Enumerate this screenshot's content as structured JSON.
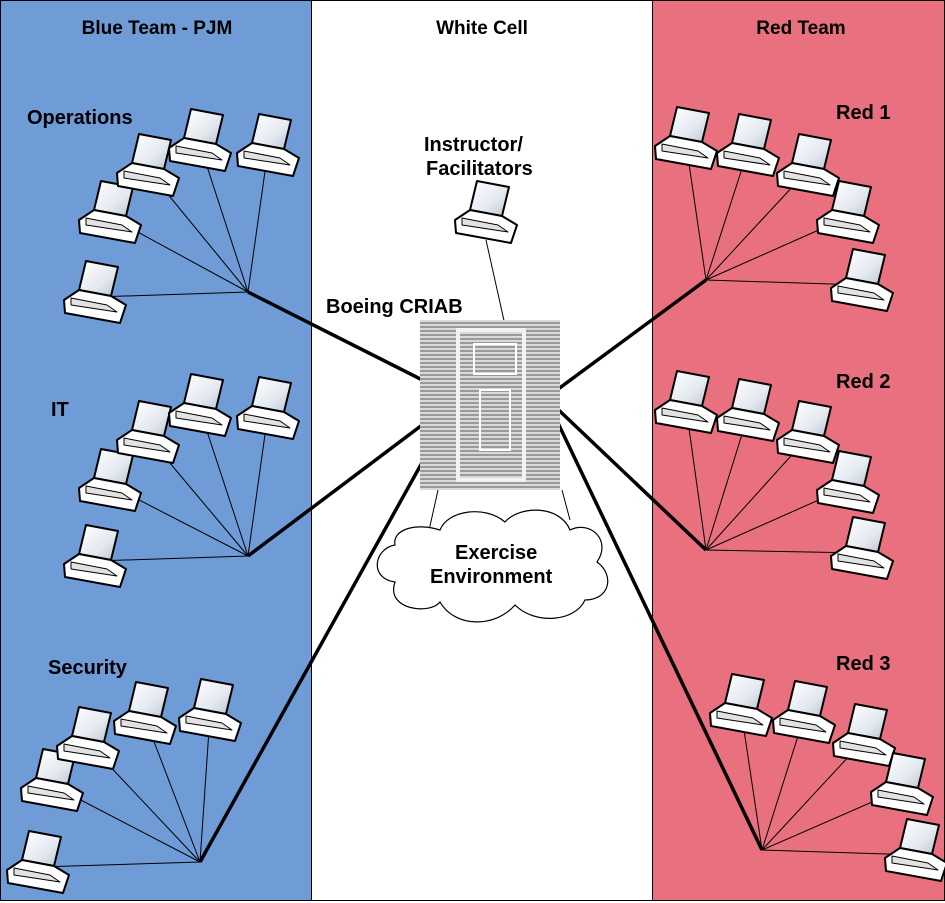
{
  "columns": {
    "blue": {
      "title": "Blue Team - PJM",
      "color": "#6f9bd7"
    },
    "white": {
      "title": "White Cell",
      "color": "#ffffff"
    },
    "red": {
      "title": "Red Team",
      "color": "#e8707f"
    }
  },
  "groups": {
    "operations": "Operations",
    "it": "IT",
    "security": "Security",
    "red1": "Red 1",
    "red2": "Red 2",
    "red3": "Red 3"
  },
  "white_cell": {
    "instructor_line1": "Instructor/",
    "instructor_line2": "Facilitators",
    "server": "Boeing CRIAB",
    "cloud_line1": "Exercise",
    "cloud_line2": "Environment"
  },
  "icons": {
    "workstation": "laptop-icon",
    "server": "server-rack-icon",
    "network": "cloud-icon"
  },
  "workstations_per_group": 5
}
